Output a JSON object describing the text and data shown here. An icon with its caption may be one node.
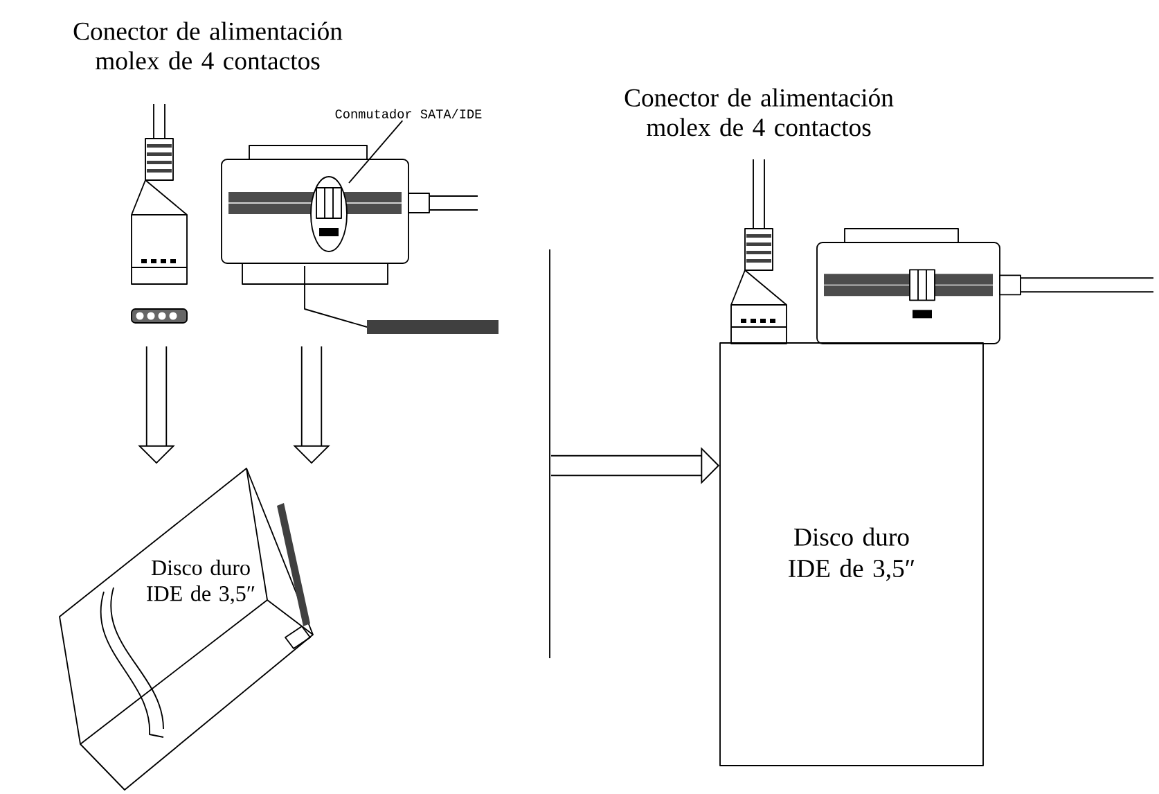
{
  "diagram": {
    "nodes": [
      {
        "text": [
          "Conmutador SATA/IDE"
        ]
      },
      {
        "text": [
          "Disco duro IDE de 3,5″"
        ]
      },
      {
        "text": [
          "Disco duro IDE de 3,5″"
        ]
      }
    ],
    "edges": [
      {
        "from": 0,
        "to": null,
        "arrow": "none"
      },
      {
        "from": null,
        "to": 1,
        "arrow": "to"
      },
      {
        "from": null,
        "to": 1,
        "arrow": "to"
      },
      {
        "from": null,
        "to": 2,
        "arrow": "to"
      }
    ],
    "labels": [
      "Conector de alimentación molex de 4 contactos",
      "Conector de alimentación molex de 4 contactos"
    ]
  }
}
